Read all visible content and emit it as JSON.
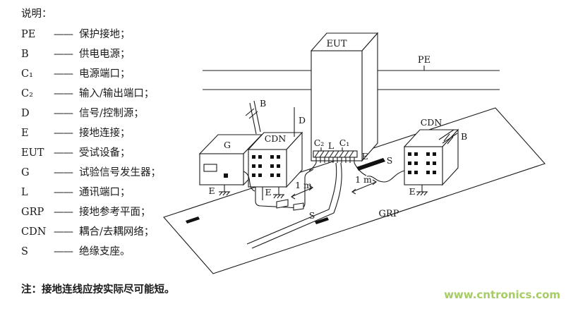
{
  "legend": {
    "title": "说明：",
    "dash": "——",
    "items": [
      {
        "symbol": "PE",
        "desc": "保护接地；"
      },
      {
        "symbol": "B",
        "desc": "供电电源；"
      },
      {
        "symbol": "C₁",
        "desc": "电源端口；"
      },
      {
        "symbol": "C₂",
        "desc": "输入/输出端口；"
      },
      {
        "symbol": "D",
        "desc": "信号/控制源；"
      },
      {
        "symbol": "E",
        "desc": "接地连接；"
      },
      {
        "symbol": "EUT",
        "desc": "受试设备；"
      },
      {
        "symbol": "G",
        "desc": "试验信号发生器；"
      },
      {
        "symbol": "L",
        "desc": "通讯端口；"
      },
      {
        "symbol": "GRP",
        "desc": "接地参考平面；"
      },
      {
        "symbol": "CDN",
        "desc": "耦合/去耦网络；"
      },
      {
        "symbol": "S",
        "desc": "绝缘支座。"
      }
    ]
  },
  "note": "注：接地连线应按实际尽可能短。",
  "watermark": {
    "text": "www.cntronics.com",
    "color": "#a6cc66"
  },
  "diagram": {
    "labels": {
      "eut": "EUT",
      "pe": "PE",
      "b_left": "B",
      "b_right": "B",
      "d": "D",
      "g": "G",
      "cdn_left": "CDN",
      "cdn_right": "CDN",
      "c2": "C₂",
      "l": "L",
      "c1": "C₁",
      "e_g": "E",
      "e_cdn_left": "E",
      "e_eut": "E",
      "e_cdn_right": "E",
      "s_eut": "S",
      "s_cable": "S",
      "grp": "GRP",
      "dist_left": "1 m",
      "dist_right": "1 m"
    }
  }
}
